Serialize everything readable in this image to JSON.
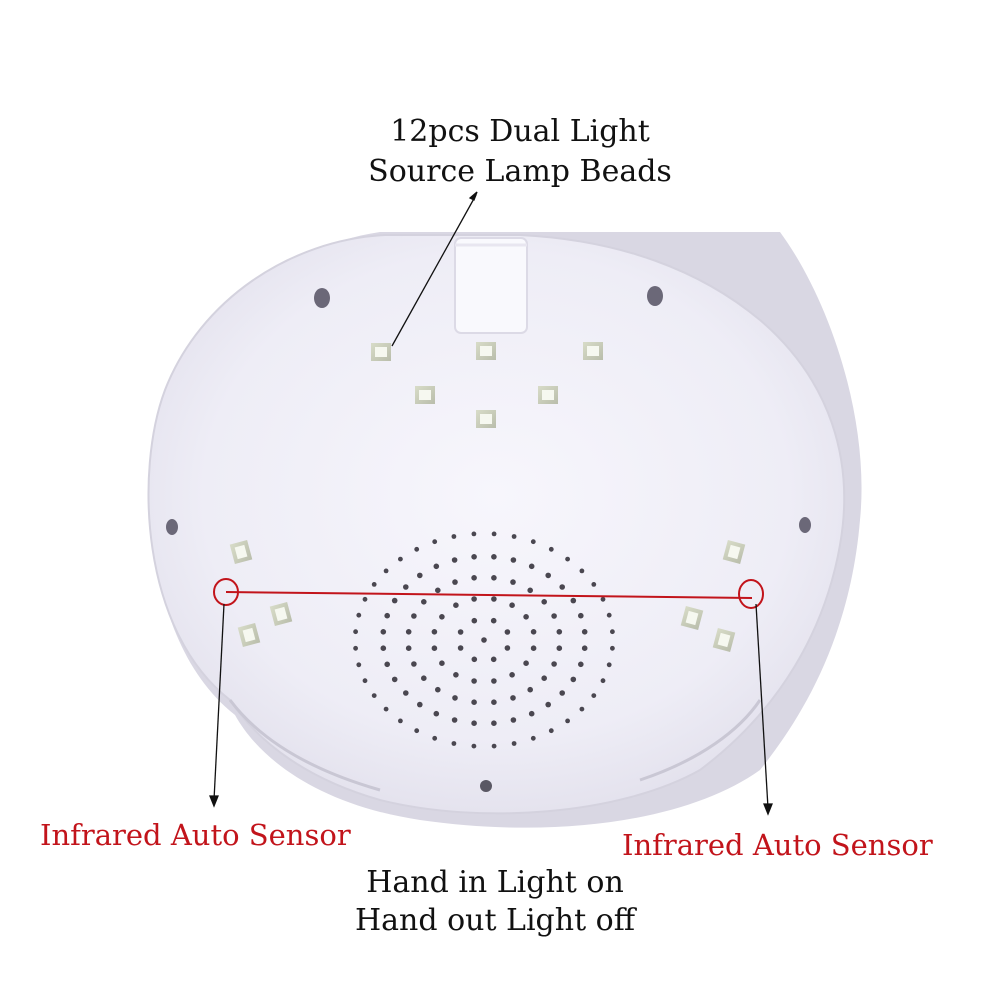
{
  "labels": {
    "beads_line1": "12pcs Dual Light",
    "beads_line2": "Source Lamp Beads",
    "sensor_left": "Infrared Auto Sensor",
    "sensor_right": "Infrared Auto Sensor",
    "caption_line1": "Hand in Light on",
    "caption_line2": "Hand out Light off"
  },
  "colors": {
    "sensor_text": "#c2141b",
    "device_body": "#f1f0f8",
    "device_rim": "#e2e0ec",
    "led": "#f4f7ef",
    "vent_hole": "#4a4750"
  }
}
